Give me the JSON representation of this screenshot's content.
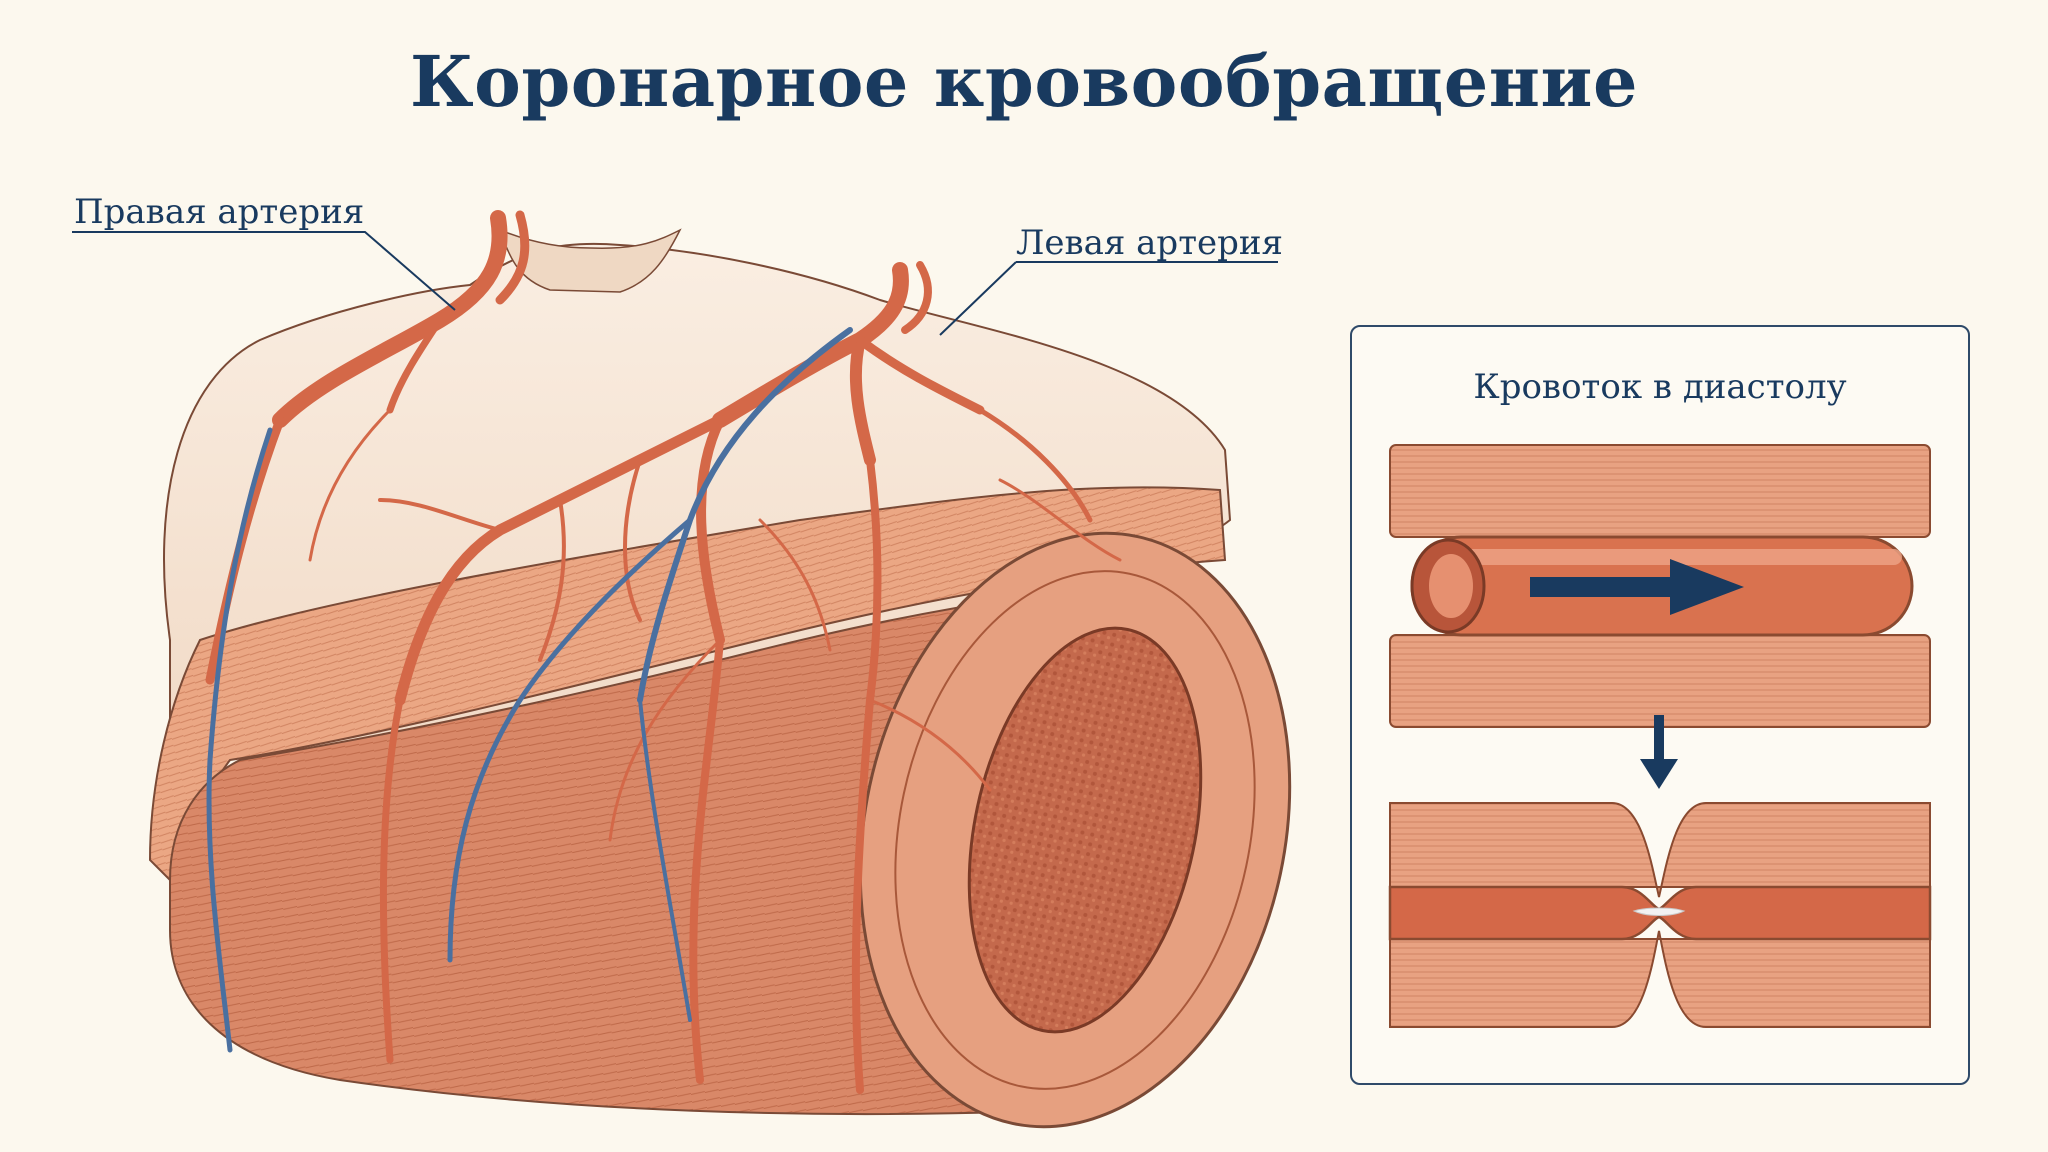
{
  "title": "Коронарное кровообращение",
  "labels": {
    "right_artery": "Правая артерия",
    "left_artery": "Левая артерия"
  },
  "inset": {
    "title": "Кровоток в диастолу"
  },
  "colors": {
    "background": "#fcf8ee",
    "navy": "#193a5f",
    "artery": "#d46848",
    "vein": "#4a70a0",
    "muscle": "#d88a6a",
    "muscle_dark": "#b0563a",
    "surface": "#f4e4d2"
  },
  "icons": {
    "flow_arrow": "arrow-right-icon",
    "transition_arrow": "arrow-down-icon"
  }
}
